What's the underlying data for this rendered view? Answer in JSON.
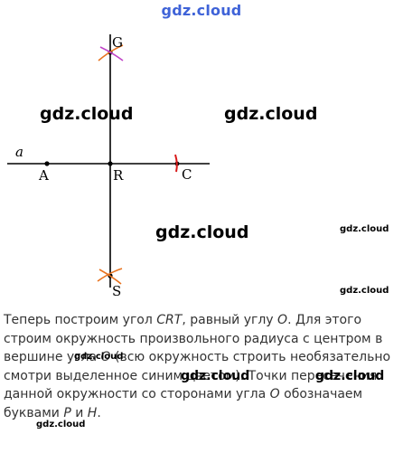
{
  "header": {
    "watermark": "gdz.cloud"
  },
  "diagram": {
    "line_label": "a",
    "points": {
      "A": "A",
      "R": "R",
      "C": "C",
      "G": "G",
      "S": "S"
    },
    "colors": {
      "line": "#000000",
      "arc_orange": "#e8731f",
      "arc_magenta": "#c044c8",
      "arc_red": "#d81919"
    }
  },
  "watermarks": [
    "gdz.cloud",
    "gdz.cloud",
    "gdz.cloud",
    "gdz.cloud",
    "gdz.cloud",
    "gdz.cloud",
    "gdz.cloud",
    "gdz.cloud",
    "gdz.cloud"
  ],
  "paragraph": {
    "l1_a": "Теперь построим угол ",
    "l1_b": "CRT",
    "l1_c": ", равный углу ",
    "l1_d": "O",
    "l1_e": ". Для этого",
    "l2": "строим окружность произвольного радиуса с центром в",
    "l3_a": "вершине угла ",
    "l3_b": "O",
    "l3_c": " (всю окружность строить необязательно",
    "l4": "смотри выделенное синим цветом). Точки пересечения",
    "l5_a": "данной окружности со сторонами угла ",
    "l5_b": "O",
    "l5_c": " обозначаем",
    "l6_a": "буквами ",
    "l6_b": "P",
    "l6_c": " и ",
    "l6_d": "H",
    "l6_e": "."
  }
}
